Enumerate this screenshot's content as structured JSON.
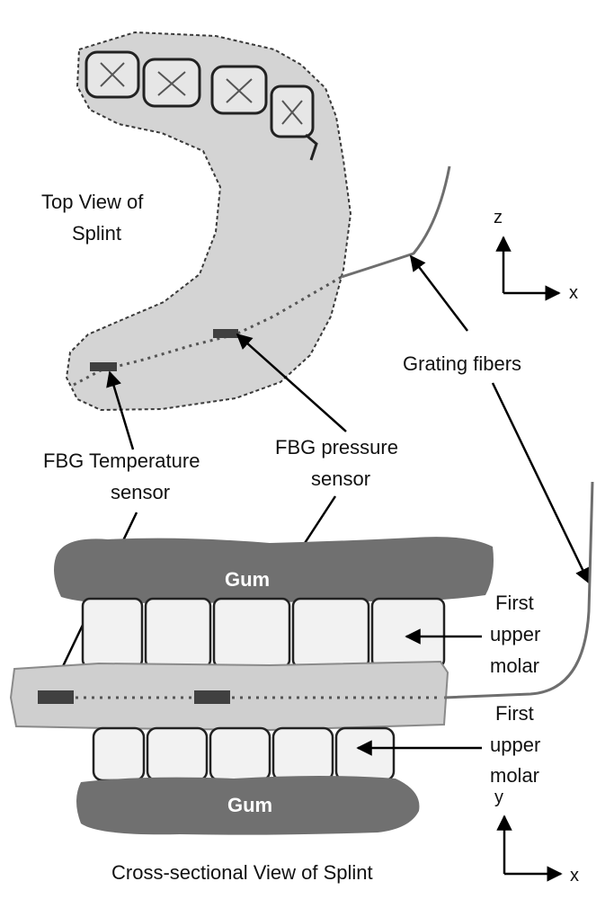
{
  "top_view": {
    "title_line1": "Top View of",
    "title_line2": "Splint"
  },
  "labels": {
    "grating_fibers": "Grating fibers",
    "fbg_temp_line1": "FBG Temperature",
    "fbg_temp_line2": "sensor",
    "fbg_pressure_line1": "FBG pressure",
    "fbg_pressure_line2": "sensor",
    "molar_upper_1": "First",
    "molar_upper_2": "upper",
    "molar_upper_3": "molar",
    "molar_lower_1": "First",
    "molar_lower_2": "upper",
    "molar_lower_3": "molar",
    "gum_top": "Gum",
    "gum_bottom": "Gum",
    "cross_section_title": "Cross-sectional View of Splint"
  },
  "axes_top": {
    "vertical": "z",
    "horizontal": "x"
  },
  "axes_bottom": {
    "vertical": "y",
    "horizontal": "x"
  },
  "colors": {
    "splint_fill": "#d4d4d4",
    "gum_fill": "#707070",
    "tooth_fill": "#f2f2f2",
    "sensor_fill": "#404040",
    "fiber_stroke": "#6e6e6e",
    "arrow_stroke": "#000000"
  }
}
